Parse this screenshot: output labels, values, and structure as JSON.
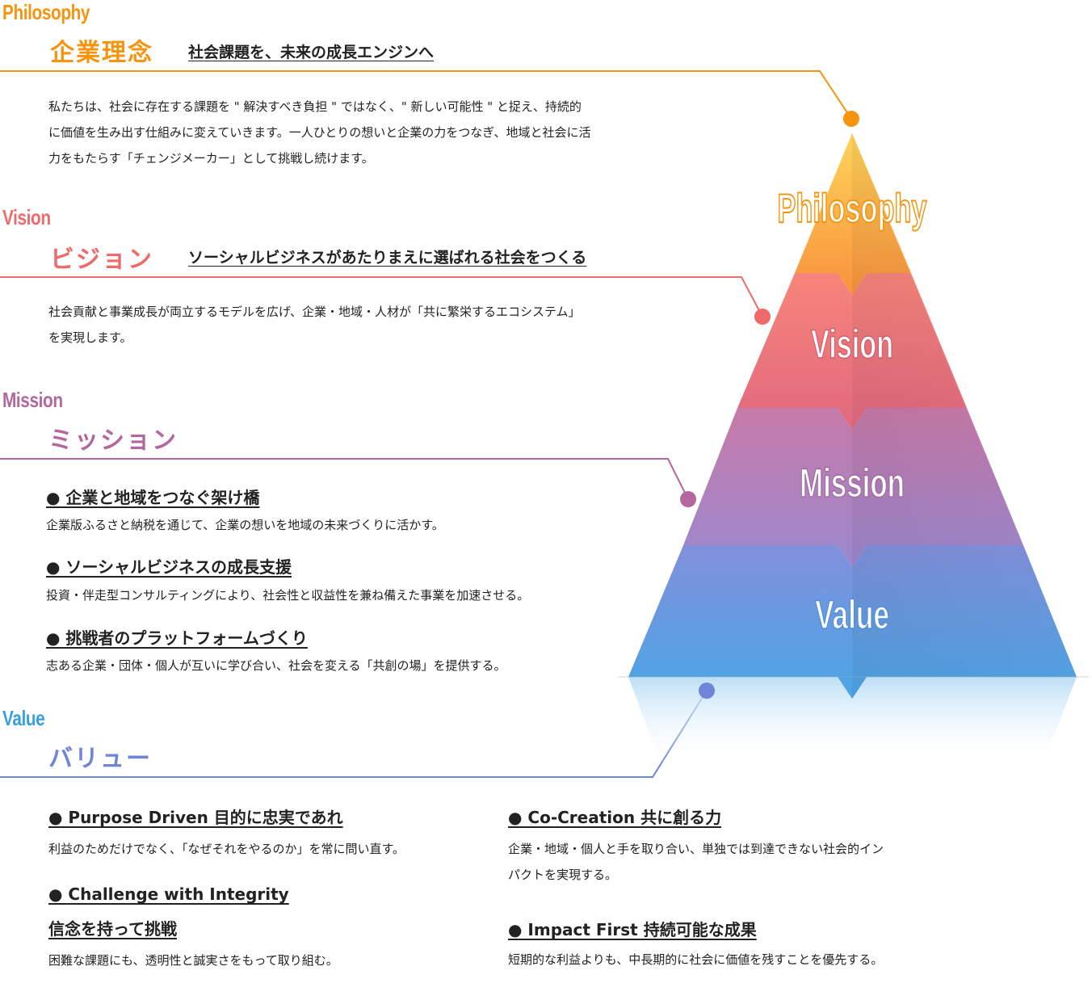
{
  "philosophy": {
    "en": "Philosophy",
    "jp": "企業理念",
    "subtitle": "社会課題を、未来の成長エンジンへ",
    "lines": [
      "私たちは、社会に存在する課題を \" 解決すべき負担 \" ではなく、\" 新しい可能性 \" と捉え、持続的",
      "に価値を生み出す仕組みに変えていきます。一人ひとりの想いと企業の力をつなぎ、地域と社会に活",
      "力をもたらす「チェンジメーカー」として挑戦し続けます。"
    ],
    "color": "#f7940f"
  },
  "vision": {
    "en": "Vision",
    "jp": "ビジョン",
    "subtitle": "ソーシャルビジネスがあたりまえに選ばれる社会をつくる",
    "lines": [
      "社会貢献と事業成長が両立するモデルを広げ、企業・地域・人材が「共に繁栄するエコシステム」",
      "を実現します。"
    ],
    "color": "#ef6b6b"
  },
  "mission": {
    "en": "Mission",
    "jp": "ミッション",
    "color": "#b4679e",
    "items": [
      {
        "title": "● 企業と地域をつなぐ架け橋",
        "text": "企業版ふるさと納税を通じて、企業の想いを地域の未来づくりに活かす。"
      },
      {
        "title": "● ソーシャルビジネスの成長支援",
        "text": "投資・伴走型コンサルティングにより、社会性と収益性を兼ね備えた事業を加速させる。"
      },
      {
        "title": "● 挑戦者のプラットフォームづくり",
        "text": "志ある企業・団体・個人が互いに学び合い、社会を変える「共創の場」を提供する。"
      }
    ]
  },
  "value": {
    "en": "Value",
    "jp": "バリュー",
    "color": "#6f86d8",
    "items": [
      {
        "title": "● Purpose Driven 目的に忠実であれ",
        "text": "利益のためだけでなく、「なぜそれをやるのか」を常に問い直す。"
      },
      {
        "title": "● Challenge with Integrity",
        "title2": "信念を持って挑戦",
        "text": "困難な課題にも、透明性と誠実さをもって取り組む。"
      },
      {
        "title": "● Co-Creation 共に創る力",
        "text": "企業・地域・個人と手を取り合い、単独では到達できない社会的イン",
        "text2": "パクトを実現する。"
      },
      {
        "title": "● Impact First 持続可能な成果",
        "text": "短期的な利益よりも、中長期的に社会に価値を残すことを優先する。"
      }
    ]
  },
  "pyramid": {
    "labels": [
      "Philosophy",
      "Vision",
      "Mission",
      "Value"
    ]
  }
}
